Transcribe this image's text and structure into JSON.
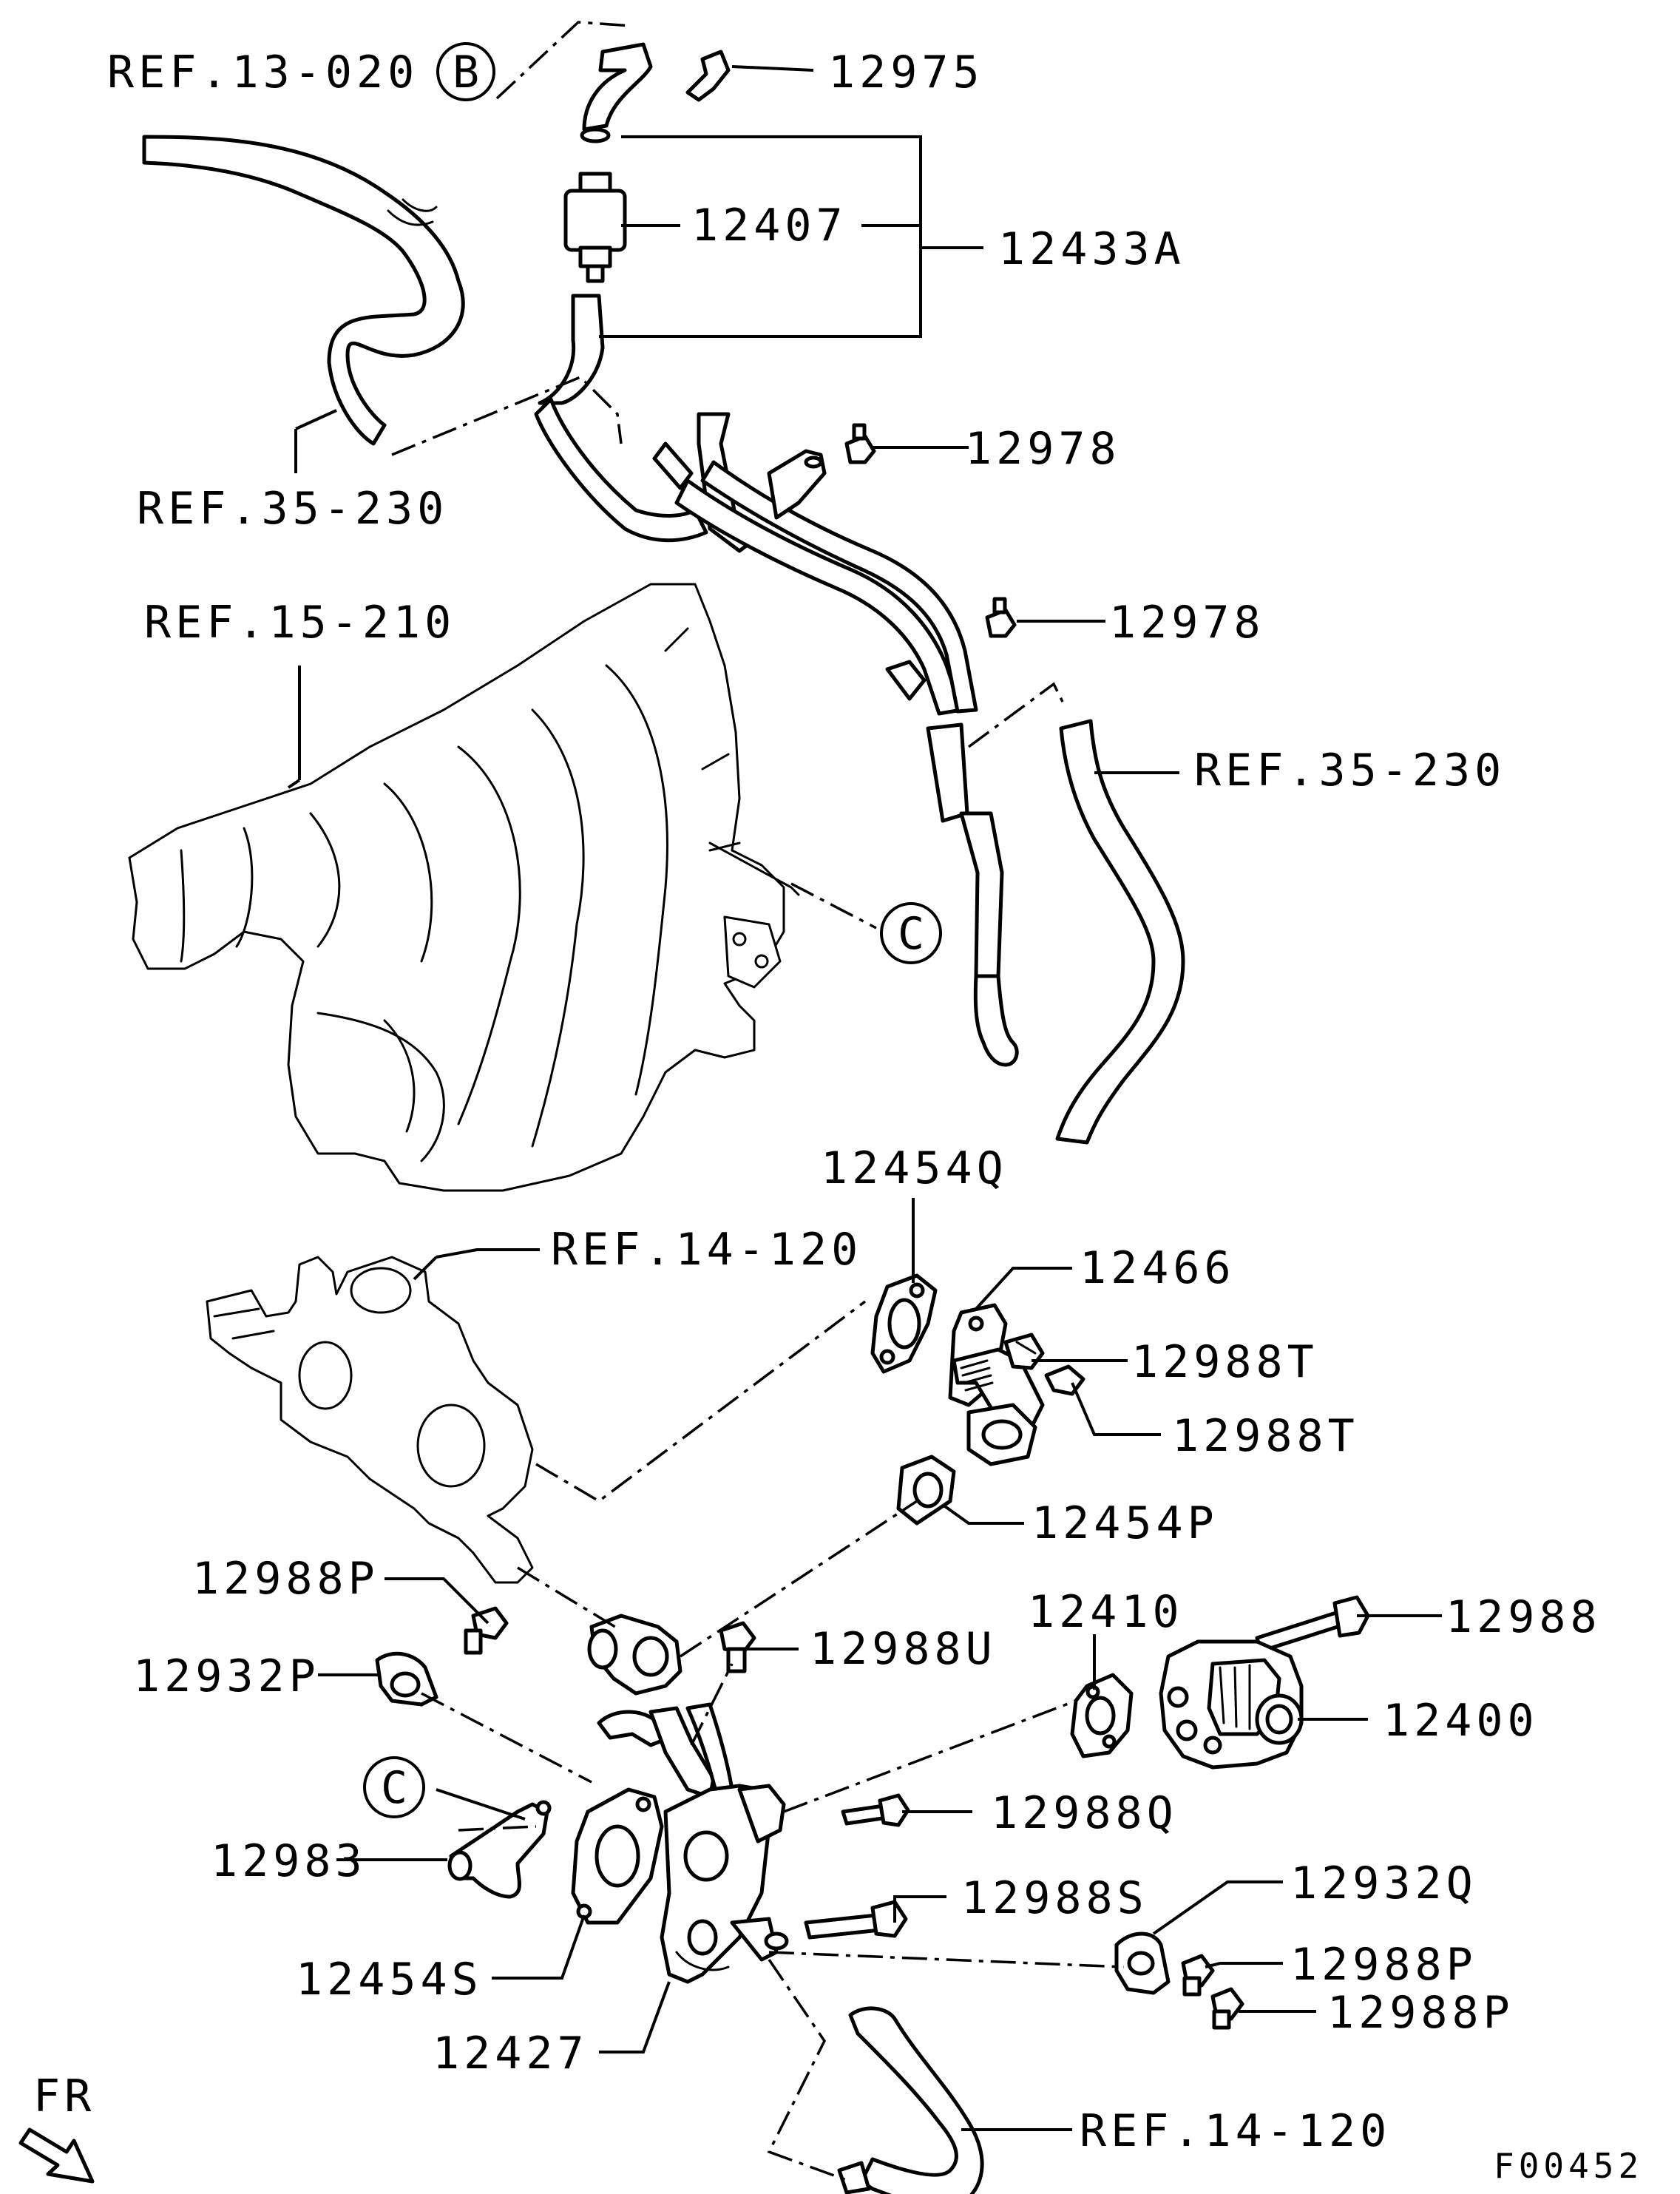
{
  "labels": {
    "ref_13_020": "REF.13-020",
    "callout_b": "B",
    "p12975": "12975",
    "p12407": "12407",
    "p12433a": "12433A",
    "ref_35_230_left": "REF.35-230",
    "p12978_top": "12978",
    "p12978_mid": "12978",
    "ref_15_210": "REF.15-210",
    "ref_35_230_right": "REF.35-230",
    "callout_c_top": "C",
    "p12454q": "12454Q",
    "ref_14_120_top": "REF.14-120",
    "p12466": "12466",
    "p12988t_a": "12988T",
    "p12988t_b": "12988T",
    "p12454p": "12454P",
    "p12988p_top": "12988P",
    "p12988u": "12988U",
    "p12410": "12410",
    "p12988": "12988",
    "p12932p": "12932P",
    "p12400": "12400",
    "callout_c_bottom": "C",
    "p12988q": "12988Q",
    "p12983": "12983",
    "p12932q": "12932Q",
    "p12988s": "12988S",
    "p12454s": "12454S",
    "p12988p_mid": "12988P",
    "p12988p_bot": "12988P",
    "p12427": "12427",
    "ref_14_120_bottom": "REF.14-120",
    "fr": "FR",
    "figure_code": "F00452"
  }
}
